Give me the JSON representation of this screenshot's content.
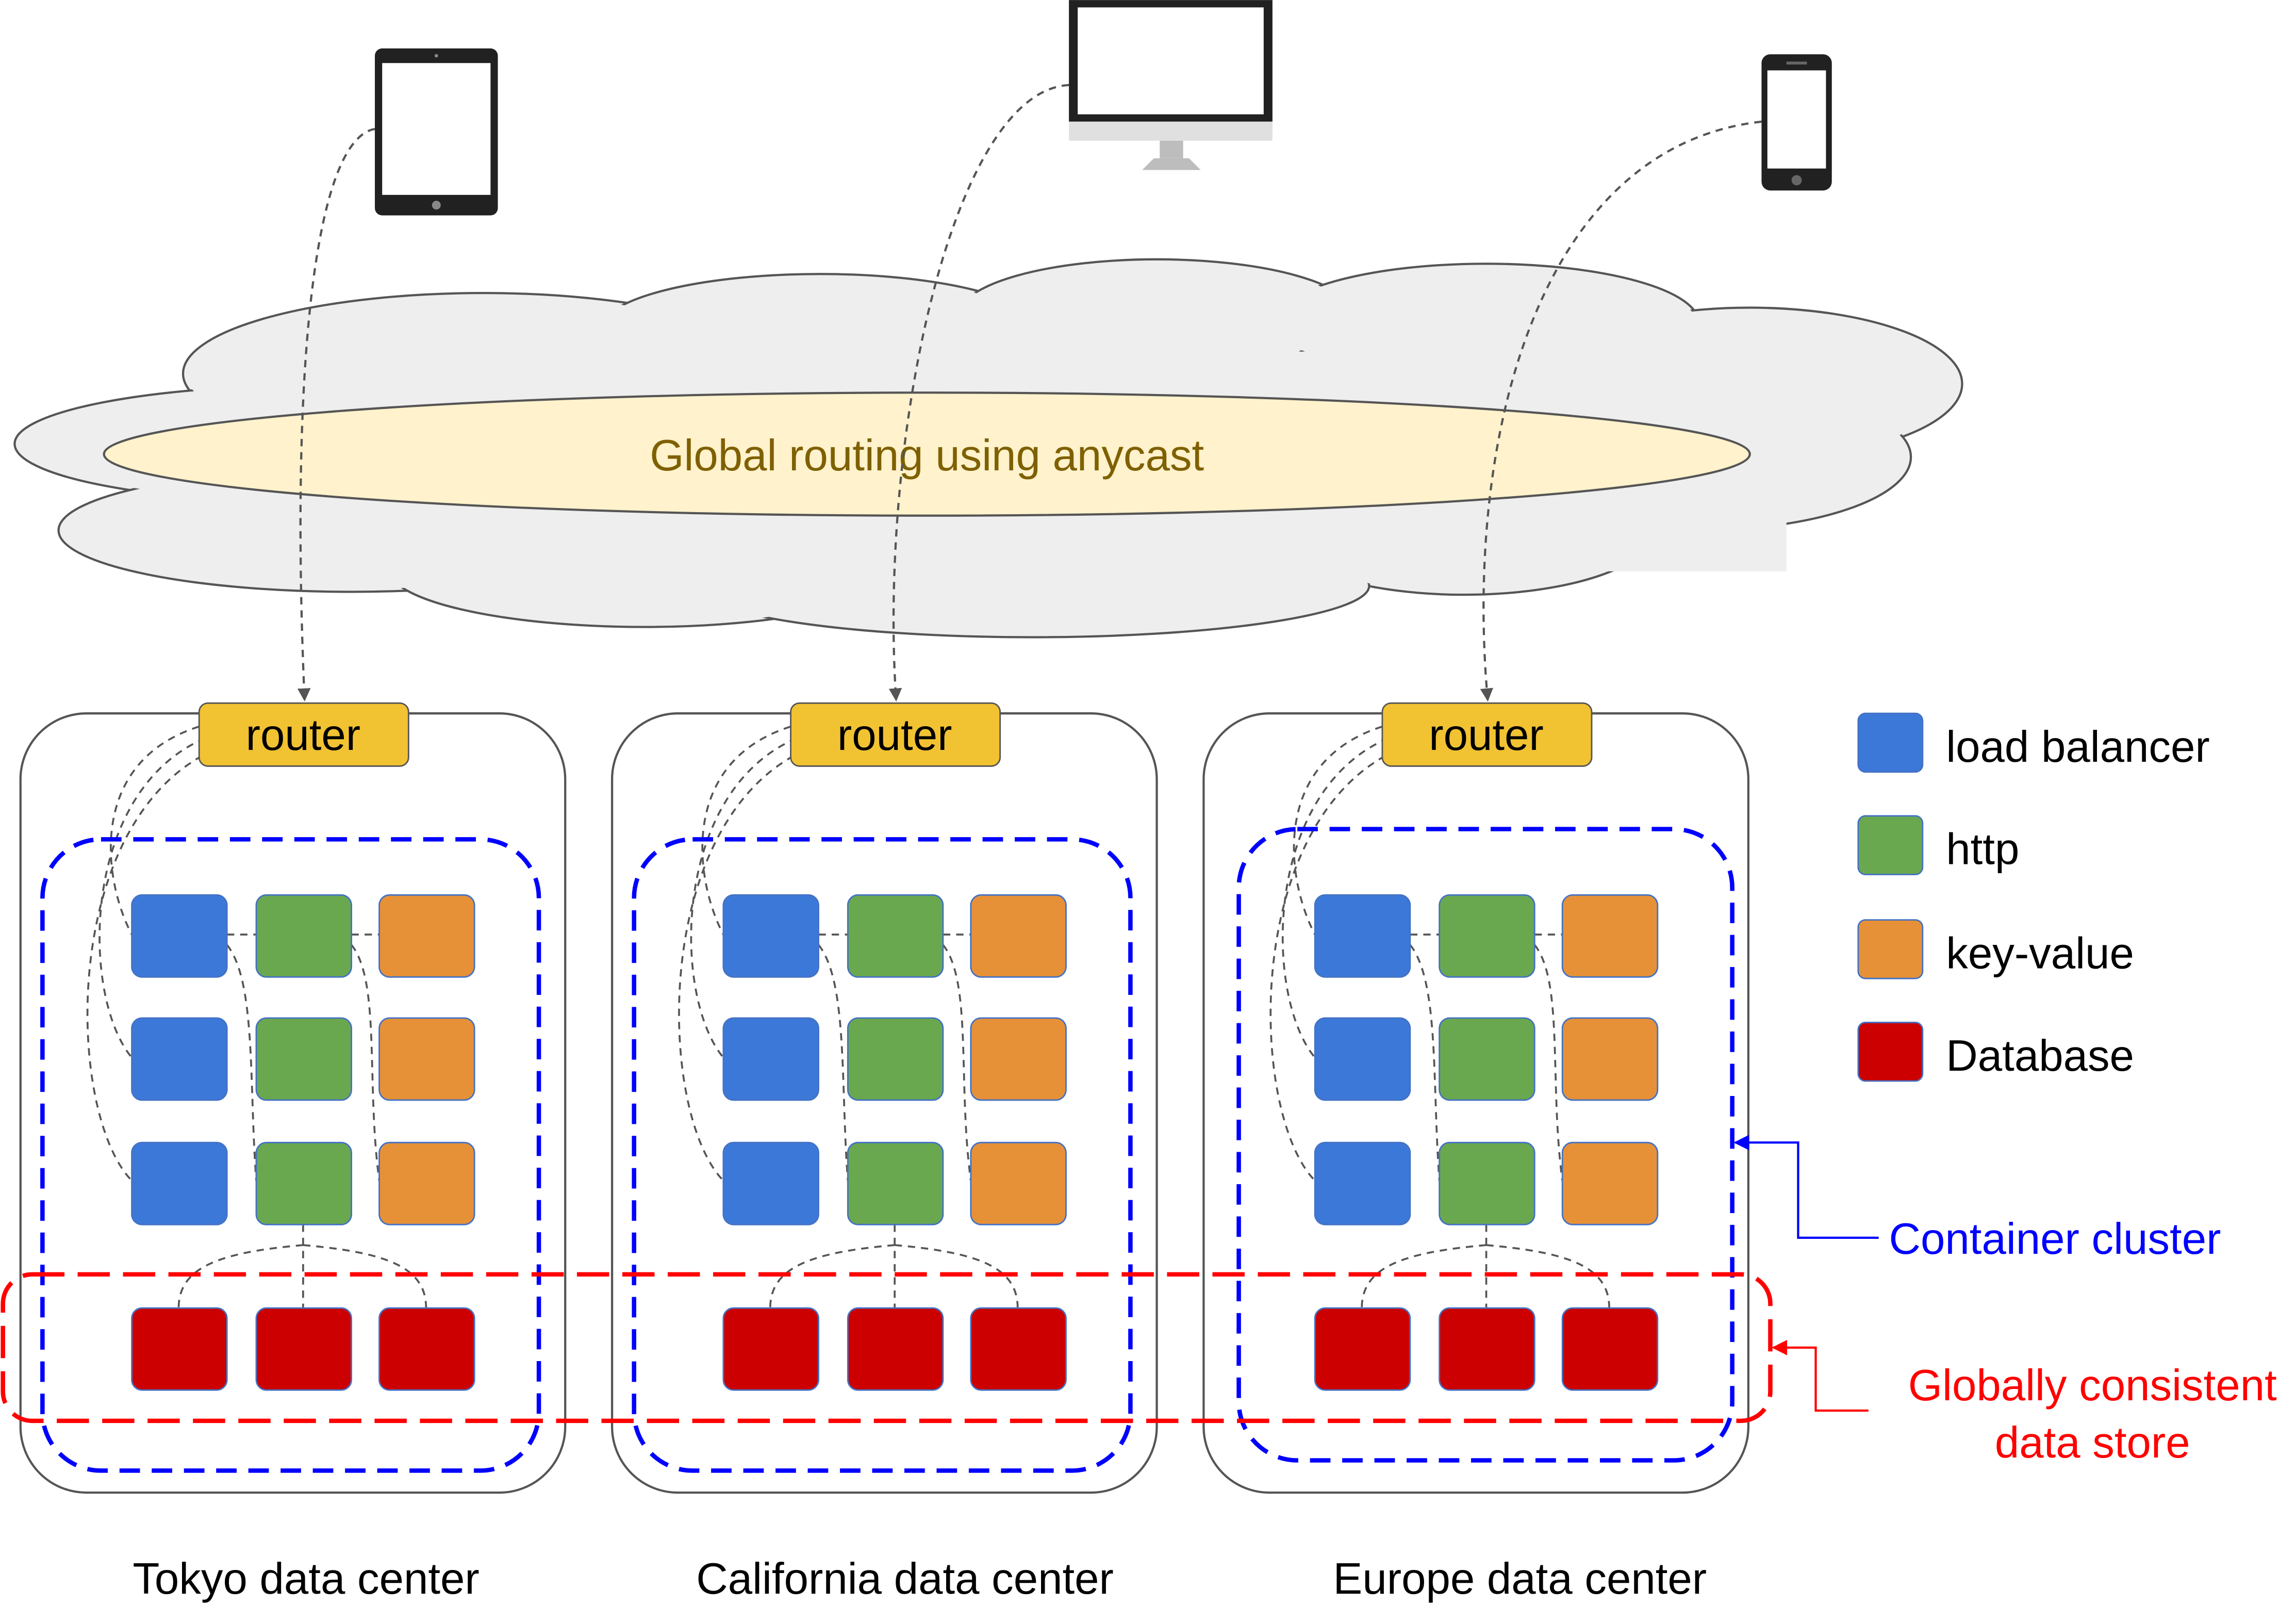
{
  "cloud": {
    "label": "Global routing using anycast"
  },
  "data_centers": [
    {
      "router_label": "router",
      "caption": "Tokyo data center"
    },
    {
      "router_label": "router",
      "caption": "California data center"
    },
    {
      "router_label": "router",
      "caption": "Europe data center"
    }
  ],
  "devices": [
    {
      "icon": "tablet-icon"
    },
    {
      "icon": "desktop-monitor-icon"
    },
    {
      "icon": "phone-icon"
    }
  ],
  "legend": {
    "items": [
      {
        "label": "load balancer",
        "color": "#3C78D8"
      },
      {
        "label": "http",
        "color": "#6AA84F"
      },
      {
        "label": "key-value",
        "color": "#E69138"
      },
      {
        "label": "Database",
        "color": "#CC0000"
      }
    ]
  },
  "callouts": {
    "container_cluster": "Container cluster",
    "data_store_line1": "Globally consistent",
    "data_store_line2": "data store"
  },
  "colors": {
    "router_fill": "#F1C232",
    "cloud_fill": "#EEEEEE",
    "anycast_fill": "#FFF2CC",
    "anycast_text": "#7F6000",
    "cluster_outline": "#0000FF",
    "store_outline": "#FF0000"
  }
}
